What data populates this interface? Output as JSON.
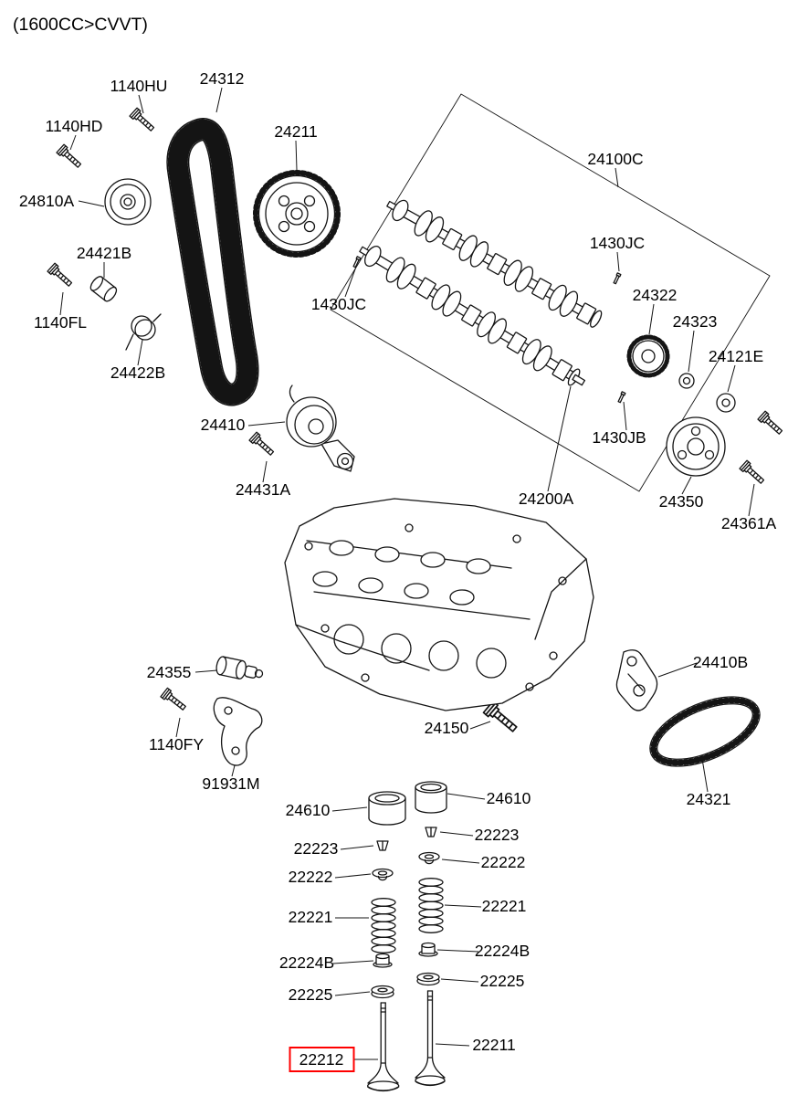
{
  "title": "(1600CC>CVVT)",
  "colors": {
    "ink": "#141414",
    "highlight": "#ff0000"
  },
  "highlight": {
    "part_number": "22212"
  },
  "labels": [
    {
      "text": "1140HU"
    },
    {
      "text": "24312"
    },
    {
      "text": "1140HD"
    },
    {
      "text": "24211"
    },
    {
      "text": "24810A"
    },
    {
      "text": "24100C"
    },
    {
      "text": "24421B"
    },
    {
      "text": "1430JC"
    },
    {
      "text": "1140FL"
    },
    {
      "text": "1430JC"
    },
    {
      "text": "24322"
    },
    {
      "text": "24323"
    },
    {
      "text": "24422B"
    },
    {
      "text": "24121E"
    },
    {
      "text": "24410"
    },
    {
      "text": "1430JB"
    },
    {
      "text": "24431A"
    },
    {
      "text": "24200A"
    },
    {
      "text": "24350"
    },
    {
      "text": "24361A"
    },
    {
      "text": "24355"
    },
    {
      "text": "24410B"
    },
    {
      "text": "1140FY"
    },
    {
      "text": "24150"
    },
    {
      "text": "91931M"
    },
    {
      "text": "24610"
    },
    {
      "text": "24610"
    },
    {
      "text": "22223"
    },
    {
      "text": "22223"
    },
    {
      "text": "22222"
    },
    {
      "text": "22222"
    },
    {
      "text": "22221"
    },
    {
      "text": "22221"
    },
    {
      "text": "22224B"
    },
    {
      "text": "22224B"
    },
    {
      "text": "22225"
    },
    {
      "text": "22225"
    },
    {
      "text": "22212"
    },
    {
      "text": "22211"
    },
    {
      "text": "24321"
    }
  ]
}
